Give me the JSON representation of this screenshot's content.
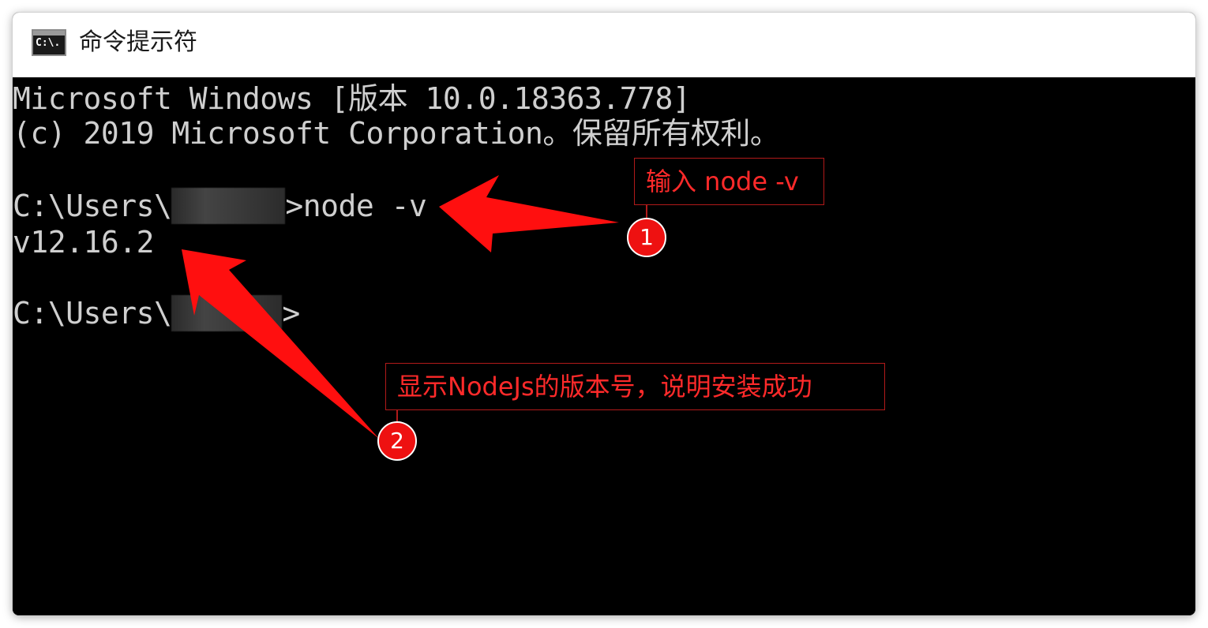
{
  "window": {
    "title": "命令提示符",
    "icon": "cmd-icon",
    "icon_text": "C:\\."
  },
  "console": {
    "lines": [
      "Microsoft Windows [版本 10.0.18363.778]",
      "(c) 2019 Microsoft Corporation。保留所有权利。",
      "",
      "",
      "v12.16.2",
      "",
      ""
    ],
    "prompt_prefix": "C:\\Users\\",
    "command": ">node -v",
    "second_prompt_suffix": ">"
  },
  "annotations": {
    "callout_1": "输入 node -v",
    "callout_2": "显示NodeJs的版本号，说明安装成功",
    "badge_1": "1",
    "badge_2": "2",
    "color": "#ff2a2a"
  }
}
